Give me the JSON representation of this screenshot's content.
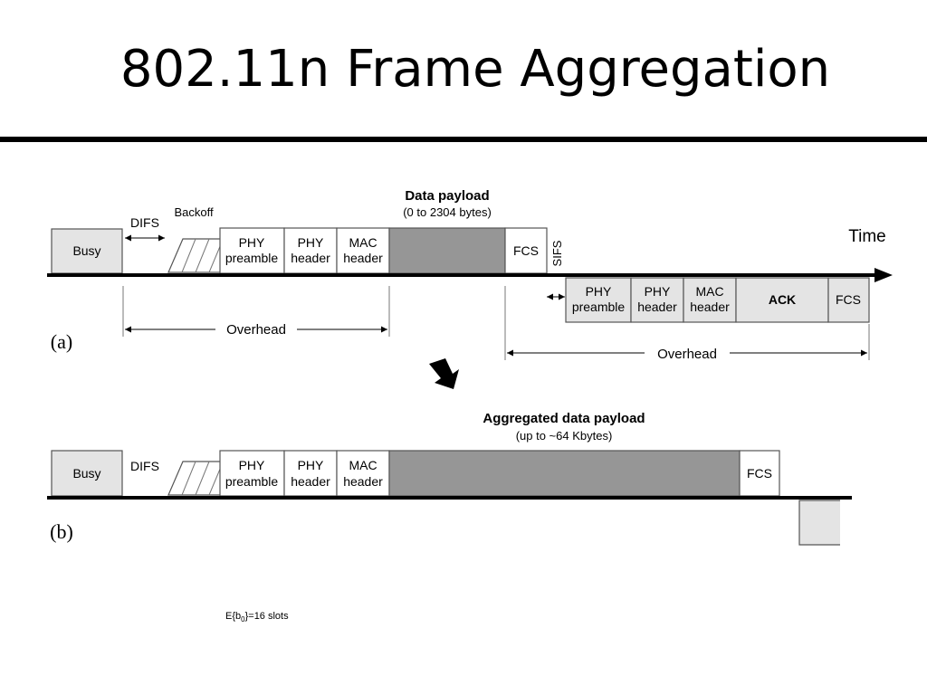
{
  "slide": {
    "title": "802.11n Frame Aggregation"
  },
  "part_a": {
    "label": "(a)",
    "busy": "Busy",
    "difs": "DIFS",
    "backoff": "Backoff",
    "phy_preamble": [
      "PHY",
      "preamble"
    ],
    "phy_header": [
      "PHY",
      "header"
    ],
    "mac_header": [
      "MAC",
      "header"
    ],
    "payload_title": "Data payload",
    "payload_range": "(0 to 2304 bytes)",
    "fcs": "FCS",
    "sifs": "SIFS",
    "time": "Time",
    "ack_phy_preamble": [
      "PHY",
      "preamble"
    ],
    "ack_phy_header": [
      "PHY",
      "header"
    ],
    "ack_mac_header": [
      "MAC",
      "header"
    ],
    "ack": "ACK",
    "ack_fcs": "FCS",
    "overhead_1": "Overhead",
    "overhead_2": "Overhead"
  },
  "part_b": {
    "label": "(b)",
    "busy": "Busy",
    "difs": "DIFS",
    "phy_preamble": [
      "PHY",
      "preamble"
    ],
    "phy_header": [
      "PHY",
      "header"
    ],
    "mac_header": [
      "MAC",
      "header"
    ],
    "payload_title": "Aggregated data payload",
    "payload_range": "(up to  ~64 Kbytes)",
    "fcs": "FCS"
  },
  "footnote": {
    "prefix": "E{b",
    "subscript": "0",
    "suffix": "}=16 slots"
  },
  "colors": {
    "payload_fill": "#969696",
    "busy_fill": "#e4e4e4",
    "rule": "#000000"
  },
  "icons": [
    "arrow-down-right-icon",
    "time-axis-arrow-icon"
  ]
}
